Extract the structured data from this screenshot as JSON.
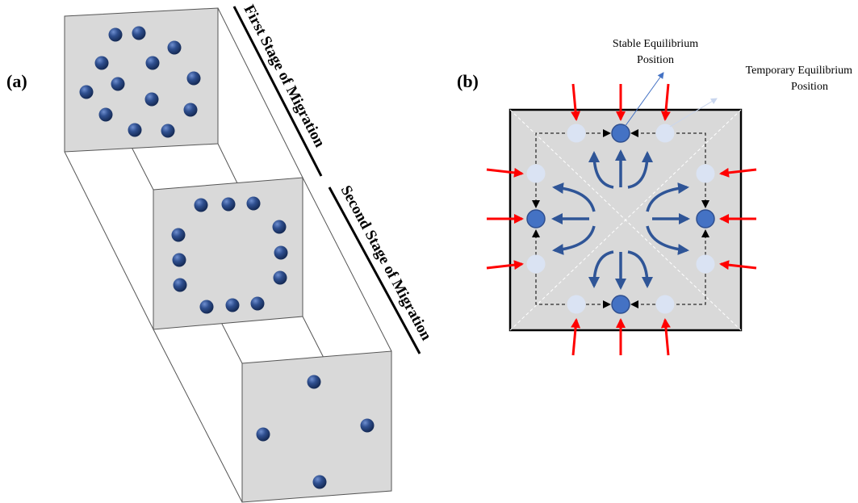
{
  "panel_a": {
    "label": "(a)",
    "first_stage_label": "First Stage of Migration",
    "second_stage_label": "Second Stage of Migration"
  },
  "panel_b": {
    "label": "(b)",
    "stable_label_line1": "Stable Equilibrium",
    "stable_label_line2": "Position",
    "temporary_label_line1": "Temporary Equilibrium",
    "temporary_label_line2": "Position"
  },
  "colors": {
    "panel_fill": "#d9d9d9",
    "particle": "#2f4f8f",
    "stable_dot": "#4472c4",
    "temporary_dot": "#dae3f3",
    "flow_arrow": "#2f5597",
    "force_arrow": "#ff0000"
  }
}
